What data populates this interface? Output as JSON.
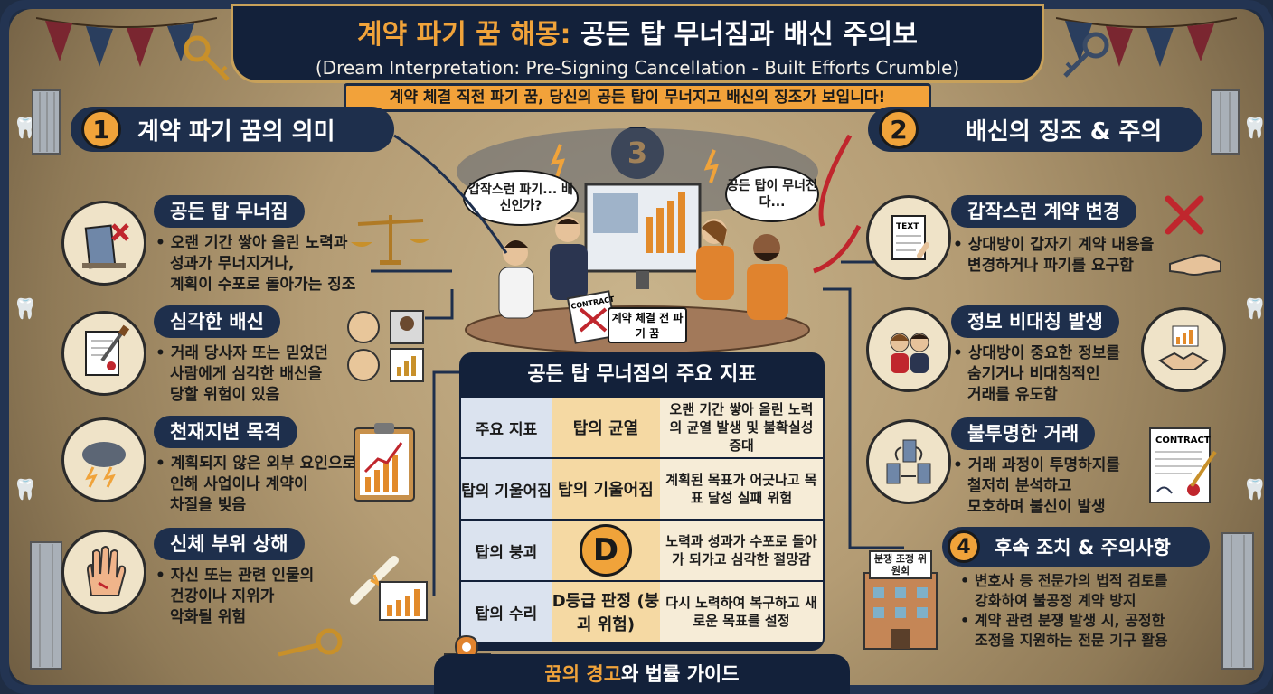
{
  "header": {
    "title_highlight": "계약 파기 꿈 해몽:",
    "title_rest": " 공든 탑 무너짐과 배신 주의보",
    "subtitle": "(Dream Interpretation: Pre-Signing Cancellation - Built Efforts Crumble)",
    "banner": "계약 체결 직전 파기 꿈, 당신의 공든 탑이 무너지고 배신의 징조가 보입니다!"
  },
  "left": {
    "num": "1",
    "title": "계약 파기 꿈의 의미",
    "items": [
      {
        "label": "공든 탑 무너짐",
        "lines": [
          "• 오랜 기간 쌓아 올린 노력과",
          "성과가 무너지거나,",
          "계획이 수포로 돌아가는 징조"
        ]
      },
      {
        "label": "심각한 배신",
        "lines": [
          "• 거래 당사자 또는 믿었던",
          "사람에게 심각한 배신을",
          "당할 위험이 있음"
        ]
      },
      {
        "label": "천재지변 목격",
        "lines": [
          "• 계획되지 않은 외부 요인으로",
          "인해 사업이나 계약이",
          "차질을 빚음"
        ]
      },
      {
        "label": "신체 부위 상해",
        "lines": [
          "• 자신 또는 관련 인물의",
          "건강이나 지위가",
          "악화될 위험"
        ]
      }
    ]
  },
  "right": {
    "num": "2",
    "title": "배신의 징조 & 주의",
    "items": [
      {
        "label": "갑작스런 계약 변경",
        "lines": [
          "• 상대방이 갑자기 계약 내용을",
          "변경하거나 파기를 요구함"
        ]
      },
      {
        "label": "정보 비대칭 발생",
        "lines": [
          "• 상대방이 중요한 정보를",
          "숨기거나 비대칭적인",
          "거래를 유도함"
        ]
      },
      {
        "label": "불투명한 거래",
        "lines": [
          "• 거래 과정이 투명하지를",
          "철저히 분석하고",
          "모호하며 불신이 발생"
        ]
      }
    ],
    "followup": {
      "num": "4",
      "label": "후속 조치 & 주의사항",
      "lines": [
        "• 변호사 등 전문가의 법적 검토를",
        "강화하여 불공정 계약 방지",
        "• 계약 관련 분쟁 발생 시, 공정한",
        "조정을 지원하는 전문 기구 활용"
      ]
    },
    "building_sign": "분쟁 조정 위원회",
    "text_doc": "TEXT",
    "contract_doc": "CONTRACT"
  },
  "scene": {
    "num": "3",
    "bubble_left": "갑작스런 파기... 배신인가?",
    "bubble_right": "공든 탑이 무너진다...",
    "label": "계약 체결 전 파기 꿈",
    "contract_doc": "CONTRACT"
  },
  "table": {
    "title": "공든 탑 무너짐의 주요 지표",
    "rows": [
      {
        "c1": "주요 지표",
        "c2": "탑의 균열",
        "c3": "오랜 기간 쌓아 올린 노력의 균열 발생 및 불확실성 증대"
      },
      {
        "c1": "탑의 기울어짐",
        "c2": "탑의 기울어짐",
        "c3": "계획된 목표가 어긋나고 목표 달성 실패 위험"
      },
      {
        "c1": "탑의 붕괴",
        "c2": "D",
        "c3": "노력과 성과가 수포로 돌아가 되가고 심각한 절망감"
      },
      {
        "c1": "탑의 수리",
        "c2": "D등급 판정 (붕괴 위험)",
        "c3": "다시 노력하여 복구하고 새로운 목표를 설정"
      }
    ]
  },
  "bottom": {
    "highlight": "꿈의 경고",
    "rest": "와 법률 가이드"
  },
  "colors": {
    "navy": "#1e2f4c",
    "accent": "#f0a33a",
    "parchment": "#c9b48c"
  }
}
